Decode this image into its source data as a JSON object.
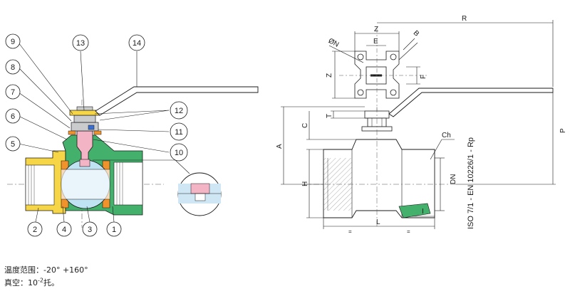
{
  "callouts": [
    "9",
    "8",
    "7",
    "6",
    "5",
    "13",
    "14",
    "12",
    "11",
    "10",
    "2",
    "4",
    "3",
    "1"
  ],
  "dims": {
    "z_top": "Z",
    "e": "E",
    "b": "B",
    "on": "ØN",
    "z_side": "Z",
    "f": "F",
    "r": "R",
    "t": "T",
    "c": "C",
    "a": "A",
    "h": "H",
    "p": "P",
    "dn": "DN",
    "ch": "Ch",
    "l": "L",
    "i": "I",
    "tick1": "=",
    "tick2": "="
  },
  "standard": "ISO 7/1 - EN 10226/1 - Rp",
  "notes": {
    "temp_label": "温度范围：",
    "temp_value": "-20° +160°",
    "vac_label": "真空：",
    "vac_base": "10",
    "vac_exp": "-2",
    "vac_unit": "托。"
  },
  "colors": {
    "body_green": "#43b06b",
    "seat_orange": "#f0932b",
    "end_yellow": "#f6d547",
    "stem_pink": "#f3b4c6",
    "ball_blue": "#bfe3f3",
    "steel_grey": "#c9cbcd",
    "line": "#1a1a1a"
  }
}
